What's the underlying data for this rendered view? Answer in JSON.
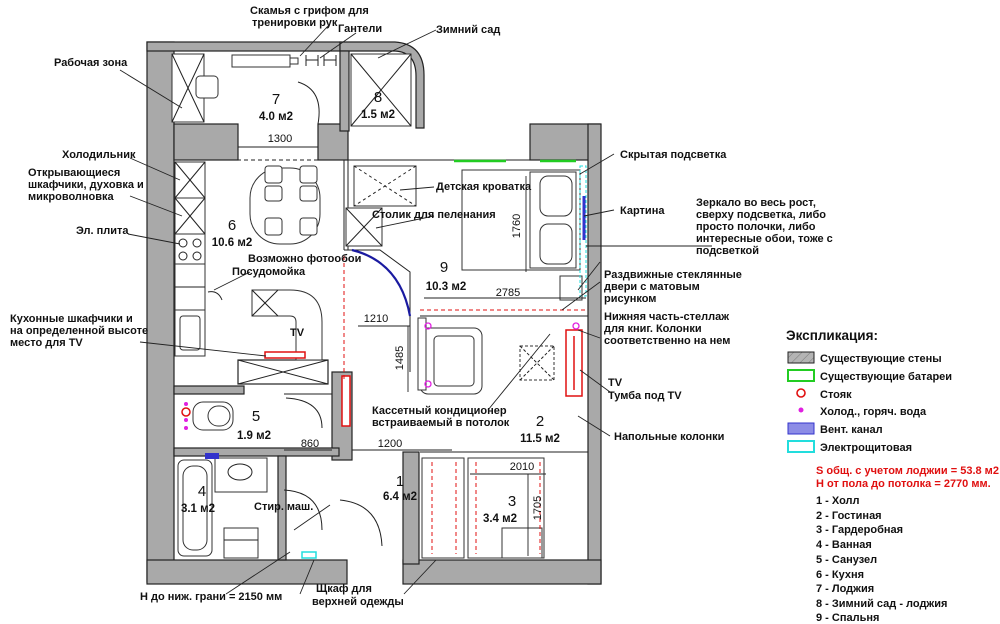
{
  "rooms": [
    {
      "num": "1",
      "area": "6.4 м2"
    },
    {
      "num": "2",
      "area": "11.5 м2"
    },
    {
      "num": "3",
      "area": "3.4 м2"
    },
    {
      "num": "4",
      "area": "3.1 м2"
    },
    {
      "num": "5",
      "area": "1.9 м2"
    },
    {
      "num": "6",
      "area": "10.6 м2"
    },
    {
      "num": "7",
      "area": "4.0 м2"
    },
    {
      "num": "8",
      "area": "1.5 м2"
    },
    {
      "num": "9",
      "area": "10.3 м2"
    }
  ],
  "dimensions": [
    "1300",
    "1760",
    "2785",
    "1210",
    "1485",
    "860",
    "1200",
    "2010",
    "1705"
  ],
  "callouts": {
    "bench": [
      "Скамья с грифом для",
      "тренировки рук"
    ],
    "dumbbells": "Гантели",
    "winter_garden": "Зимний сад",
    "work_zone": "Рабочая зона",
    "fridge": "Холодильник",
    "cabinets": [
      "Открывающиеся",
      "шкафчики, духовка и",
      "микроволновка"
    ],
    "stove": "Эл. плита",
    "kitchen_tv": [
      "Кухонные шкафчики и",
      "на определенной высоте",
      "место для TV"
    ],
    "photowall": "Возможно фотообои",
    "dishwasher": "Посудомойка",
    "crib": "Детская кроватка",
    "changing_table": "Столик для пеленания",
    "hidden_light": "Скрытая подсветка",
    "picture": "Картина",
    "mirror": [
      "Зеркало во весь рост,",
      "сверху подсветка, либо",
      "просто полочки, либо",
      "интересные обои, тоже с",
      "подсветкой"
    ],
    "glass_doors": [
      "Раздвижные стеклянные",
      "двери с матовым",
      "рисунком"
    ],
    "shelving": [
      "Нижняя часть-стеллаж",
      "для книг. Колонки",
      "соответственно на нем"
    ],
    "tv": "TV",
    "tv_stand": "Тумба под TV",
    "floor_speakers": "Напольные колонки",
    "ac": [
      "Кассетный кондиционер",
      "встраиваемый в потолок"
    ],
    "washer": "Стир. маш.",
    "wardrobe": [
      "Щкаф для",
      "верхней одежды"
    ],
    "height_note": "H до ниж. грани = 2150 мм",
    "tv_label_kitchen": "TV"
  },
  "legend": {
    "title": "Экспликация:",
    "items": [
      {
        "label": "Существующие стены",
        "color": "#a9a9a9"
      },
      {
        "label": "Существующие батареи",
        "color": "#22cc22"
      },
      {
        "label": "Стояк",
        "color": "#e01010"
      },
      {
        "label": "Холод., горяч. вода",
        "color": "#e020e0"
      },
      {
        "label": "Вент. канал",
        "color": "#3333cc"
      },
      {
        "label": "Электрощитовая",
        "color": "#22dddd"
      }
    ],
    "total_area": "S общ. с учетом лоджии = 53.8 м2",
    "ceiling": "H от пола до потолка = 2770 мм.",
    "room_list": [
      "1 - Холл",
      "2 - Гостиная",
      "3 - Гардеробная",
      "4 - Ванная",
      "5 - Санузел",
      "6 - Кухня",
      "7 - Лоджия",
      "8 - Зимний сад - лоджия",
      "9 - Спальня"
    ]
  }
}
